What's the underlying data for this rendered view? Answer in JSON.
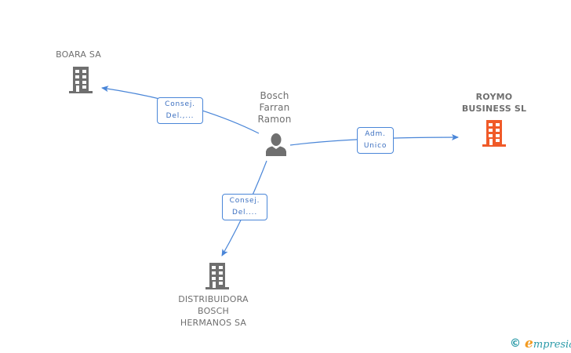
{
  "colors": {
    "edge": "#4a86d8",
    "edge_label_text": "#3b6fc0",
    "company_icon": "#6f6f6f",
    "company_icon_highlight": "#f05a28",
    "person_icon": "#6f6f6f",
    "brand_teal": "#2a9aa8",
    "brand_orange": "#f39a1f"
  },
  "nodes": {
    "center_person": {
      "label": "Bosch\nFarran\nRamon",
      "icon": "person-icon"
    },
    "boara": {
      "label": "BOARA SA",
      "icon": "building-icon"
    },
    "roymo": {
      "label": "ROYMO\nBUSINESS SL",
      "icon": "building-icon",
      "highlighted": true
    },
    "distribuidora": {
      "label": "DISTRIBUIDORA\nBOSCH\nHERMANOS SA",
      "icon": "building-icon"
    }
  },
  "edges": [
    {
      "from": "center_person",
      "to": "boara",
      "label_line1": "Consej.",
      "label_line2": "Del.,..."
    },
    {
      "from": "center_person",
      "to": "roymo",
      "label_line1": "Adm.",
      "label_line2": "Unico"
    },
    {
      "from": "center_person",
      "to": "distribuidora",
      "label_line1": "Consej.",
      "label_line2": "Del...."
    }
  ],
  "footer": {
    "copyright_symbol": "©",
    "brand_initial": "e",
    "brand_rest": "mpresia"
  }
}
